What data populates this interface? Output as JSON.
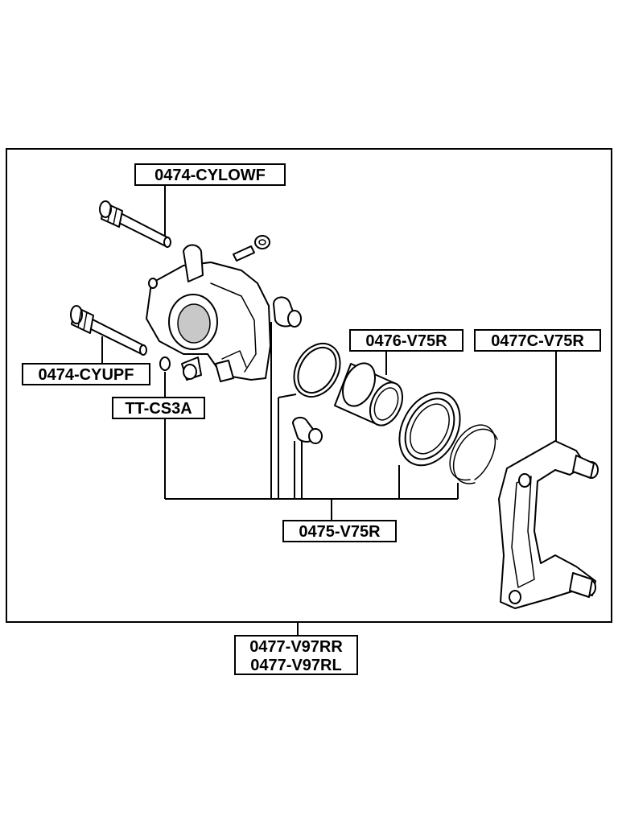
{
  "labels": {
    "pin_upper": "0474-CYLOWF",
    "pin_lower": "0474-CYUPF",
    "boot": "TT-CS3A",
    "piston": "0476-V75R",
    "bracket": "0477C-V75R",
    "repair_kit": "0475-V75R",
    "assembly_rr": "0477-V97RR",
    "assembly_rl": "0477-V97RL"
  },
  "colors": {
    "line": "#000000",
    "background": "#ffffff",
    "shade": "#c8c8c8"
  }
}
